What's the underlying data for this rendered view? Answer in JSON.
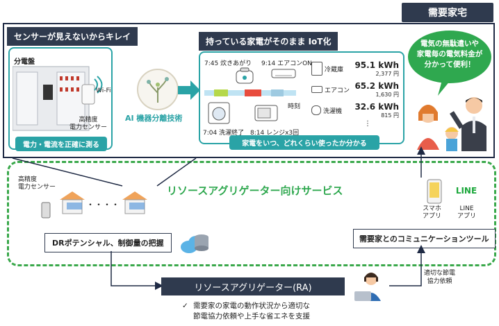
{
  "consumer_house": {
    "label": "需要家宅"
  },
  "left_panel": {
    "title": "センサーが見えないからキレイ",
    "panel_label": "分電盤",
    "wifi": "Wi-Fi",
    "sensor_line1": "高精度",
    "sensor_line2": "電力センサー",
    "bottom": "電力・電流を正確に測る"
  },
  "ai": {
    "label": "AI 機器分離技術"
  },
  "iot_panel": {
    "title": "持っている家電がそのまま IoT化",
    "events": [
      {
        "text": "7:45 炊きあがり"
      },
      {
        "text": "9:14 エアコンON"
      },
      {
        "text": "7:04 洗濯終了"
      },
      {
        "text": "8:14 レンジx3回"
      }
    ],
    "time_axis": "時刻",
    "appliances": [
      {
        "name": "冷蔵庫",
        "kwh": "95.1 kWh",
        "yen": "2,377 円"
      },
      {
        "name": "エアコン",
        "kwh": "65.2 kWh",
        "yen": "1,630 円"
      },
      {
        "name": "洗濯機",
        "kwh": "32.6 kWh",
        "yen": "815 円"
      }
    ],
    "ellipsis": "⋮",
    "bottom": "家電をいつ、どれくらい使ったか分かる"
  },
  "speech": {
    "line1": "電気の無駄遣いや",
    "line2": "家電毎の電気料金が",
    "line3": "分かって便利！"
  },
  "ra_service": {
    "title": "リソースアグリゲーター向けサービス",
    "sensor_line1": "高精度",
    "sensor_line2": "電力センサー",
    "dots": "・・・・",
    "dr_label": "DRポテンシャル、制御量の把握",
    "comm_label": "需要家とのコミュニケーションツール",
    "smartphone_line1": "スマホ",
    "smartphone_line2": "アプリ",
    "line_logo": "LINE",
    "line_app_line1": "LINE",
    "line_app_line2": "アプリ"
  },
  "ra_box": {
    "label": "リソースアグリゲーター(RA)",
    "bullet": "✓",
    "desc1": "需要家の家電の動作状況から適切な",
    "desc2": "節電協力依頼や上手な省エネを支援"
  },
  "request": {
    "line1": "適切な節電",
    "line2": "協力依頼"
  },
  "colors": {
    "navy": "#2f3a4e",
    "teal": "#2aa3a6",
    "green": "#2fa84f",
    "dashed": "#39a84a"
  }
}
